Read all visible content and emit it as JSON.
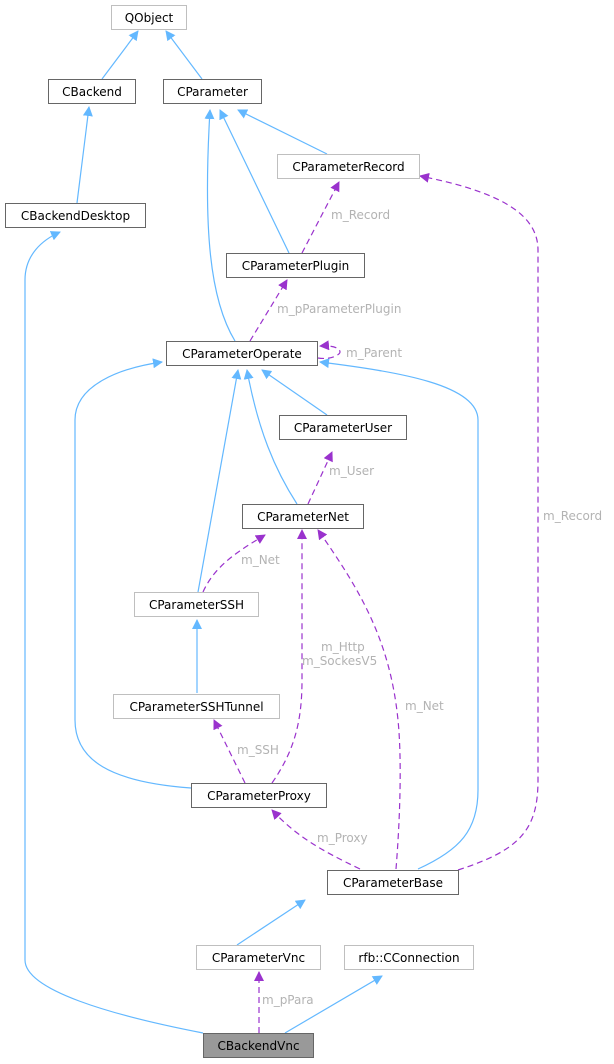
{
  "diagram": {
    "type": "collaboration-graph",
    "nodes": [
      {
        "id": "QObject",
        "label": "QObject",
        "style": "light"
      },
      {
        "id": "CBackend",
        "label": "CBackend",
        "style": "solid"
      },
      {
        "id": "CParameter",
        "label": "CParameter",
        "style": "solid"
      },
      {
        "id": "CBackendDesktop",
        "label": "CBackendDesktop",
        "style": "solid"
      },
      {
        "id": "CParameterRecord",
        "label": "CParameterRecord",
        "style": "light"
      },
      {
        "id": "CParameterPlugin",
        "label": "CParameterPlugin",
        "style": "solid"
      },
      {
        "id": "CParameterOperate",
        "label": "CParameterOperate",
        "style": "solid"
      },
      {
        "id": "CParameterUser",
        "label": "CParameterUser",
        "style": "solid"
      },
      {
        "id": "CParameterNet",
        "label": "CParameterNet",
        "style": "solid"
      },
      {
        "id": "CParameterSSH",
        "label": "CParameterSSH",
        "style": "light"
      },
      {
        "id": "CParameterSSHTunnel",
        "label": "CParameterSSHTunnel",
        "style": "light"
      },
      {
        "id": "CParameterProxy",
        "label": "CParameterProxy",
        "style": "solid"
      },
      {
        "id": "CParameterBase",
        "label": "CParameterBase",
        "style": "solid"
      },
      {
        "id": "CParameterVnc",
        "label": "CParameterVnc",
        "style": "light"
      },
      {
        "id": "rfbCConnection",
        "label": "rfb::CConnection",
        "style": "light"
      },
      {
        "id": "CBackendVnc",
        "label": "CBackendVnc",
        "style": "focus"
      }
    ],
    "inheritance_edges": [
      [
        "CBackend",
        "QObject"
      ],
      [
        "CParameter",
        "QObject"
      ],
      [
        "CBackendDesktop",
        "CBackend"
      ],
      [
        "CParameterRecord",
        "CParameter"
      ],
      [
        "CParameterPlugin",
        "CParameter"
      ],
      [
        "CParameterOperate",
        "CParameter"
      ],
      [
        "CParameterUser",
        "CParameterOperate"
      ],
      [
        "CParameterNet",
        "CParameterOperate"
      ],
      [
        "CParameterSSH",
        "CParameterOperate"
      ],
      [
        "CParameterProxy",
        "CParameterOperate"
      ],
      [
        "CParameterBase",
        "CParameterOperate"
      ],
      [
        "CParameterSSHTunnel",
        "CParameterSSH"
      ],
      [
        "CParameterVnc",
        "CParameterBase"
      ],
      [
        "CBackendVnc",
        "CBackendDesktop"
      ],
      [
        "CBackendVnc",
        "rfbCConnection"
      ]
    ],
    "usage_edges": [
      {
        "from": "CParameterPlugin",
        "to": "CParameterRecord",
        "label": "m_Record"
      },
      {
        "from": "CParameterOperate",
        "to": "CParameterPlugin",
        "label": "m_pParameterPlugin"
      },
      {
        "from": "CParameterOperate",
        "to": "CParameterOperate",
        "label": "m_Parent"
      },
      {
        "from": "CParameterNet",
        "to": "CParameterUser",
        "label": "m_User"
      },
      {
        "from": "CParameterSSH",
        "to": "CParameterNet",
        "label": "m_Net"
      },
      {
        "from": "CParameterProxy",
        "to": "CParameterNet",
        "label": "m_Http\nm_SockesV5"
      },
      {
        "from": "CParameterBase",
        "to": "CParameterNet",
        "label": "m_Net"
      },
      {
        "from": "CParameterProxy",
        "to": "CParameterSSHTunnel",
        "label": "m_SSH"
      },
      {
        "from": "CParameterBase",
        "to": "CParameterProxy",
        "label": "m_Proxy"
      },
      {
        "from": "CParameterBase",
        "to": "CParameterRecord",
        "label": "m_Record"
      },
      {
        "from": "CBackendVnc",
        "to": "CParameterVnc",
        "label": "m_pPara"
      }
    ],
    "colors": {
      "inheritance": "#63b8ff",
      "usage": "#9a32cd",
      "label": "#b3b3b3",
      "focus_fill": "#999999"
    }
  },
  "labels": {
    "m_record_1": "m_Record",
    "m_pparameterplugin": "m_pParameterPlugin",
    "m_parent": "m_Parent",
    "m_user": "m_User",
    "m_net_1": "m_Net",
    "m_http": "m_Http",
    "m_sockesv5": "m_SockesV5",
    "m_net_2": "m_Net",
    "m_ssh": "m_SSH",
    "m_proxy": "m_Proxy",
    "m_record_2": "m_Record",
    "m_ppara": "m_pPara"
  }
}
